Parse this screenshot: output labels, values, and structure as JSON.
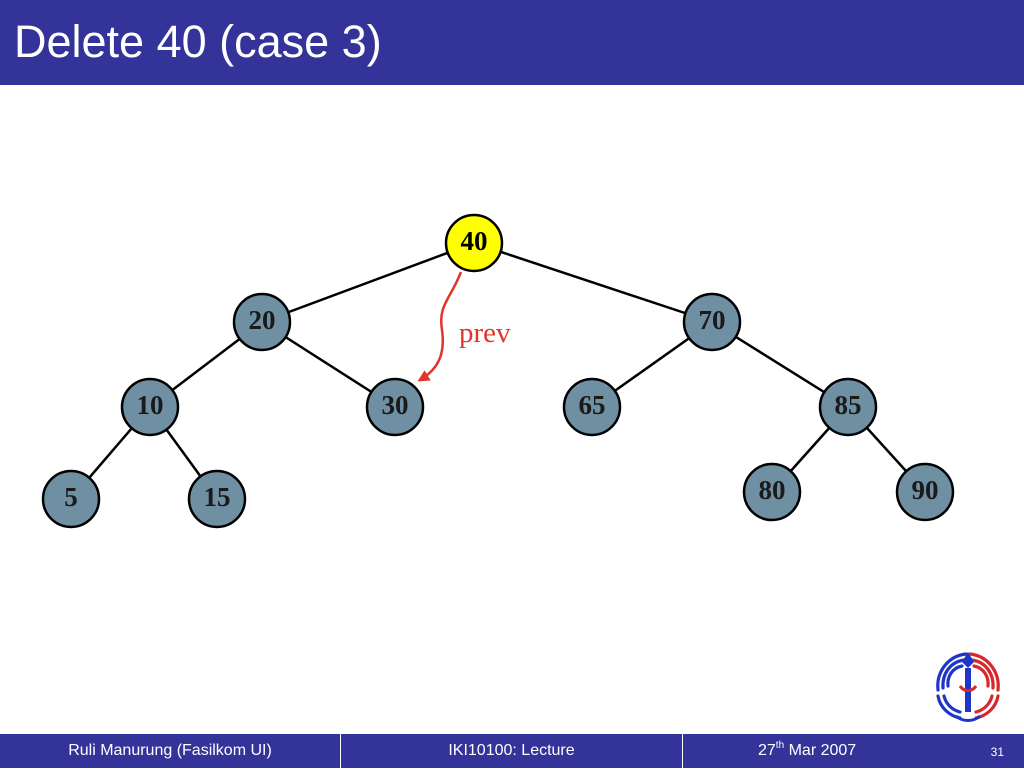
{
  "slide": {
    "title": "Delete 40 (case 3)"
  },
  "tree": {
    "nodes": [
      {
        "id": "n40",
        "label": "40",
        "highlight": true
      },
      {
        "id": "n20",
        "label": "20"
      },
      {
        "id": "n70",
        "label": "70"
      },
      {
        "id": "n10",
        "label": "10"
      },
      {
        "id": "n30",
        "label": "30"
      },
      {
        "id": "n65",
        "label": "65"
      },
      {
        "id": "n85",
        "label": "85"
      },
      {
        "id": "n5",
        "label": "5"
      },
      {
        "id": "n15",
        "label": "15"
      },
      {
        "id": "n80",
        "label": "80"
      },
      {
        "id": "n90",
        "label": "90"
      }
    ],
    "edges": [
      [
        "n40",
        "n20"
      ],
      [
        "n40",
        "n70"
      ],
      [
        "n20",
        "n10"
      ],
      [
        "n20",
        "n30"
      ],
      [
        "n70",
        "n65"
      ],
      [
        "n70",
        "n85"
      ],
      [
        "n10",
        "n5"
      ],
      [
        "n10",
        "n15"
      ],
      [
        "n85",
        "n80"
      ],
      [
        "n85",
        "n90"
      ]
    ],
    "pointer": {
      "from": "n40",
      "to": "n30",
      "label": "prev"
    },
    "colors": {
      "node_fill": "#6F8FA3",
      "highlight_fill": "#FFFF00",
      "node_stroke": "#000000",
      "pointer": "#E0352B"
    }
  },
  "footer": {
    "author": "Ruli Manurung (Fasilkom UI)",
    "course": "IKI10100: Lecture",
    "date_day": "27",
    "date_suffix": "th",
    "date_rest": " Mar 2007",
    "page": "31"
  },
  "colors": {
    "bar": "#333399",
    "bar_text": "#FFFFFF"
  }
}
